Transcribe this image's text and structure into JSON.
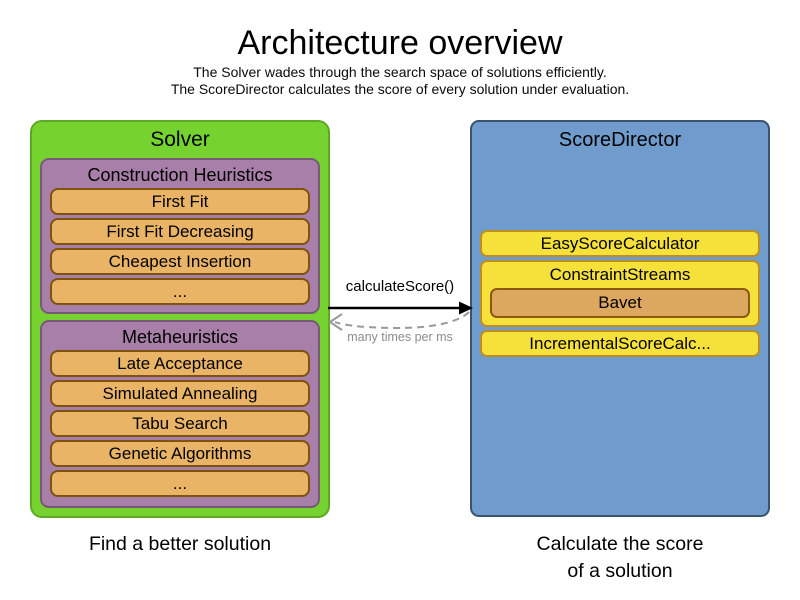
{
  "header": {
    "title": "Architecture overview",
    "subtitle_line1": "The Solver wades through the search space of solutions efficiently.",
    "subtitle_line2": "The ScoreDirector calculates the score of every solution under evaluation."
  },
  "solver": {
    "title": "Solver",
    "caption": "Find a better solution",
    "construction_heuristics": {
      "title": "Construction Heuristics",
      "items": [
        "First Fit",
        "First Fit Decreasing",
        "Cheapest Insertion",
        "..."
      ]
    },
    "metaheuristics": {
      "title": "Metaheuristics",
      "items": [
        "Late Acceptance",
        "Simulated Annealing",
        "Tabu Search",
        "Genetic Algorithms",
        "..."
      ]
    }
  },
  "score_director": {
    "title": "ScoreDirector",
    "caption_line1": "Calculate the score",
    "caption_line2": "of a solution",
    "calculators": {
      "easy": "EasyScoreCalculator",
      "constraint_streams": "ConstraintStreams",
      "bavet": "Bavet",
      "incremental": "IncrementalScoreCalc..."
    }
  },
  "arrows": {
    "call_label": "calculateScore()",
    "frequency_label": "many times per ms"
  },
  "colors": {
    "solver_fill": "#76D32F",
    "solver_border": "#5DA825",
    "heuristic_group_fill": "#A87FA8",
    "heuristic_group_border": "#7A587A",
    "heuristic_item_fill": "#E9B466",
    "heuristic_item_border": "#7F520D",
    "director_fill": "#6F9CCD",
    "director_border": "#3A546F",
    "calculator_fill": "#F6E13B",
    "calculator_border": "#BC8F20",
    "bavet_fill": "#DCA75E",
    "bavet_border": "#8A5A12",
    "call_arrow": "#000000",
    "return_arrow": "#999999"
  }
}
